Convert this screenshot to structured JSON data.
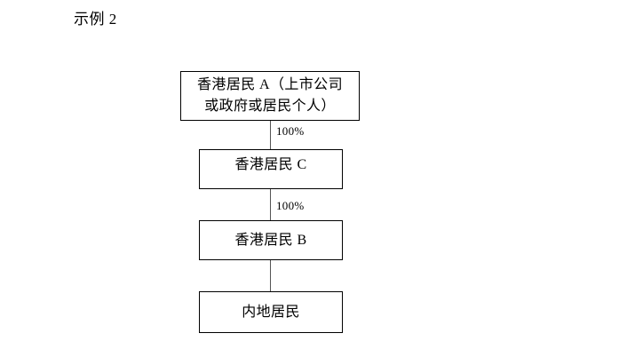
{
  "page": {
    "title": "示例 2"
  },
  "diagram": {
    "type": "ownership-structure-flowchart",
    "nodes": [
      {
        "id": "node-a",
        "label": "香港居民 A（上市公司\n或政府或居民个人）",
        "lines": [
          "香港居民 A（上市公司",
          "或政府或居民个人）"
        ]
      },
      {
        "id": "node-c",
        "label": "香港居民 C",
        "lines": [
          "香港居民 C"
        ]
      },
      {
        "id": "node-b",
        "label": "香港居民 B",
        "lines": [
          "香港居民 B"
        ]
      },
      {
        "id": "node-m",
        "label": "内地居民",
        "lines": [
          "内地居民"
        ]
      }
    ],
    "edges": [
      {
        "id": "edge-a-c",
        "from": "node-a",
        "to": "node-c",
        "label": "100%"
      },
      {
        "id": "edge-c-b",
        "from": "node-c",
        "to": "node-b",
        "label": "100%"
      },
      {
        "id": "edge-b-m",
        "from": "node-b",
        "to": "node-m",
        "label": ""
      }
    ]
  },
  "colors": {
    "background": "#ffffff",
    "text": "#000000",
    "box_border": "#000000",
    "connector_line": "#555555"
  }
}
